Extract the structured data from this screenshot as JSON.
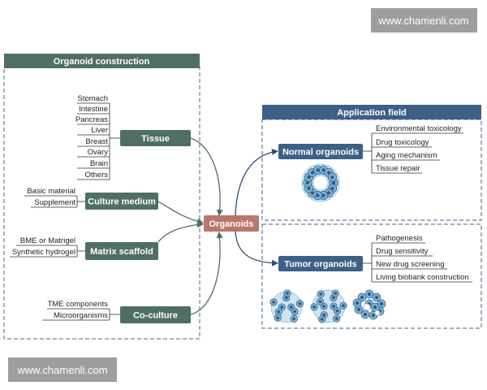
{
  "watermark": "www.chamenli.com",
  "colors": {
    "construction_green": "#4f6e66",
    "application_blue": "#3e5f86",
    "center_node": "#b9766a",
    "cell": "#7fb3d6",
    "cell_dark": "#2f5a82"
  },
  "construction": {
    "title": "Organoid construction",
    "tissue": {
      "label": "Tissue",
      "sources": [
        "Stomach",
        "Intestine",
        "Pancreas",
        "Liver",
        "Breast",
        "Ovary",
        "Brain",
        "Others"
      ]
    },
    "culture_medium": {
      "label": "Culture medium",
      "sources": [
        "Basic material",
        "Supplement"
      ]
    },
    "matrix_scaffold": {
      "label": "Matrix scaffold",
      "sources": [
        "BME or Matrigel",
        "Synthetic hydrogel"
      ]
    },
    "co_culture": {
      "label": "Co-culture",
      "sources": [
        "TME components",
        "Microorganisms"
      ]
    }
  },
  "center": {
    "label": "Organoids"
  },
  "application": {
    "title": "Application field",
    "normal": {
      "label": "Normal organoids",
      "uses": [
        "Environmental toxicology",
        "Drug toxicology",
        "Aging mechanism",
        "Tissue repair"
      ]
    },
    "tumor": {
      "label": "Tumor organoids",
      "uses": [
        "Pathogenesis",
        "Drug sensitivity",
        "New drug screening",
        "Living biobank construction"
      ]
    }
  }
}
